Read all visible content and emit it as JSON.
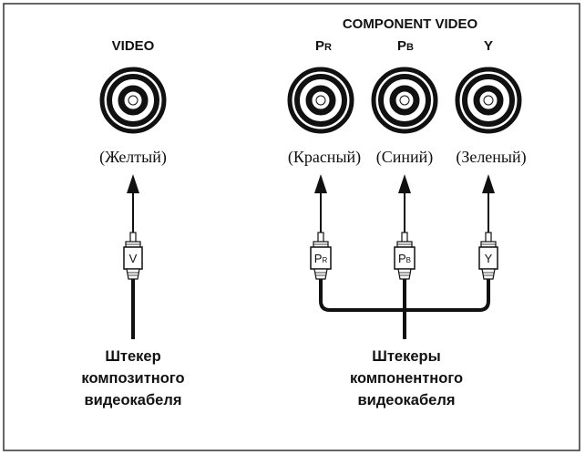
{
  "headers": {
    "video": "VIDEO",
    "component": "COMPONENT VIDEO",
    "pr": "PR",
    "pb": "PB",
    "y": "Y"
  },
  "jack_colors": {
    "video": "(Желтый)",
    "pr": "(Красный)",
    "pb": "(Синий)",
    "y": "(Зеленый)"
  },
  "plug_labels": {
    "video": "V",
    "pr": "PR",
    "pb": "PB",
    "y": "Y"
  },
  "captions": {
    "composite": [
      "Штекер",
      "композитного",
      "видеокабеля"
    ],
    "component": [
      "Штекеры",
      "компонентного",
      "видеокабеля"
    ]
  },
  "colors": {
    "ink": "#111111",
    "frame": "#333333",
    "background": "#ffffff"
  }
}
